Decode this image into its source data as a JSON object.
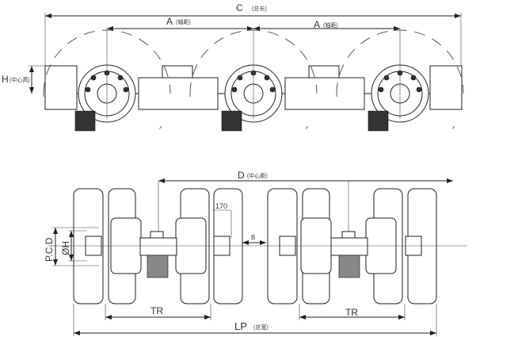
{
  "top_view": {
    "overall_length": {
      "symbol": "C",
      "note": "(总长)"
    },
    "wheelbase_1": {
      "symbol": "A",
      "note": "(轴距)"
    },
    "wheelbase_2": {
      "symbol": "A",
      "note": "(轴距)"
    },
    "center_height": {
      "symbol": "H",
      "note": "(中心高)"
    }
  },
  "front_view": {
    "center_distance": {
      "symbol": "D",
      "note": "(中心距)"
    },
    "offset": "170",
    "gap": "B",
    "pcd": "P.C.D",
    "hub_diameter": "ØH",
    "track_1": "TR",
    "track_2": "TR",
    "overall_width": {
      "symbol": "LP",
      "note": "(总宽)"
    }
  }
}
